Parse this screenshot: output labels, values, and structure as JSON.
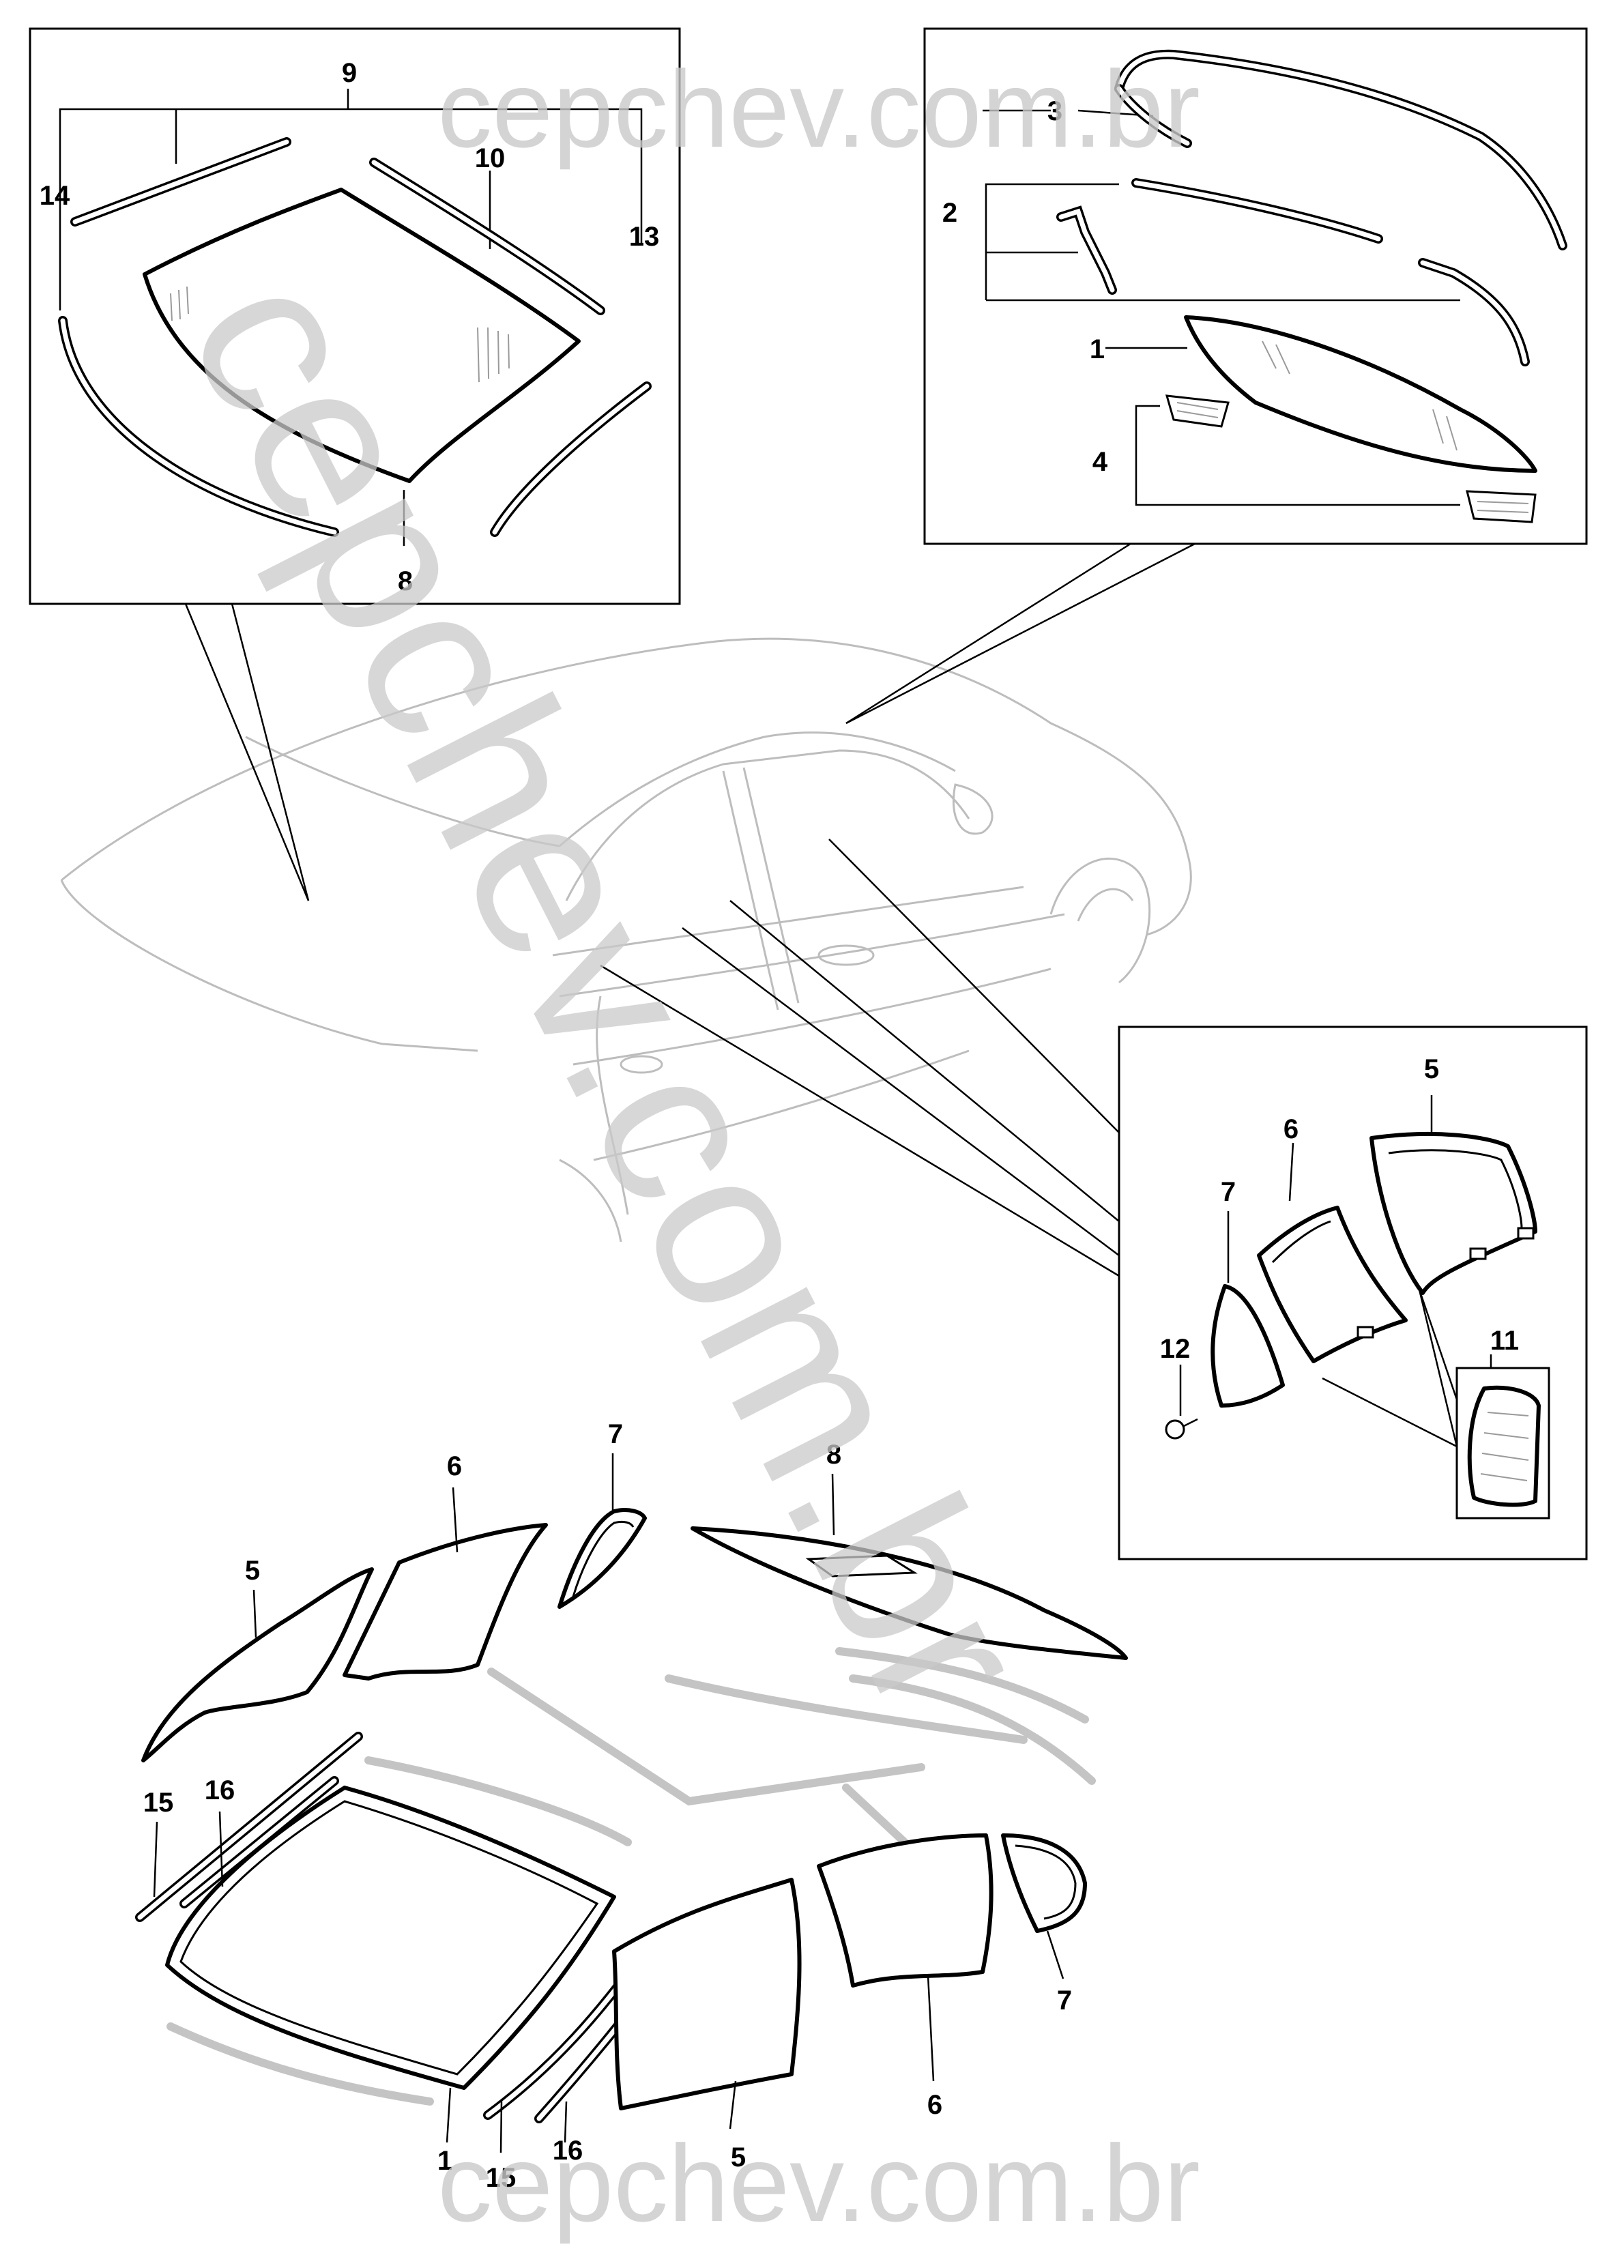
{
  "watermark": {
    "top": "cepchev.com.br",
    "diagonal": "cepchev.com.br",
    "bottom": "cepchev.com.br"
  },
  "callouts": {
    "box_front": {
      "n9": "9",
      "n10": "10",
      "n13": "13",
      "n14": "14",
      "n8": "8"
    },
    "box_rear": {
      "n3": "3",
      "n2": "2",
      "n1": "1",
      "n4": "4"
    },
    "box_side": {
      "n5": "5",
      "n6": "6",
      "n7": "7",
      "n11": "11",
      "n12": "12"
    },
    "exploded": {
      "n7_top": "7",
      "n6_top": "6",
      "n8_top": "8",
      "n5_top": "5",
      "n15_left": "15",
      "n16_left": "16",
      "n7_right": "7",
      "n6_right": "6",
      "n5_bottom": "5",
      "n1_bottom": "1",
      "n15_bottom": "15",
      "n16_bottom": "16"
    }
  },
  "colors": {
    "ink": "#000000",
    "watermark": "#c9c9c9",
    "ghost": "#bdbdbd"
  }
}
